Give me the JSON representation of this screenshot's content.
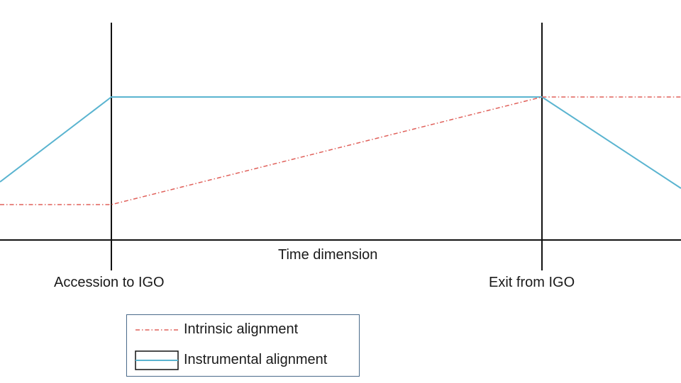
{
  "labels": {
    "time_dimension": "Time dimension",
    "accession": "Accession to IGO",
    "exit": "Exit from IGO"
  },
  "legend": {
    "intrinsic": "Intrinsic alignment",
    "instrumental": "Instrumental alignment"
  },
  "colors": {
    "intrinsic": "#e0605a",
    "instrumental": "#5ab4d0",
    "axis": "#111111",
    "legend_border": "#4a6a8a"
  }
}
